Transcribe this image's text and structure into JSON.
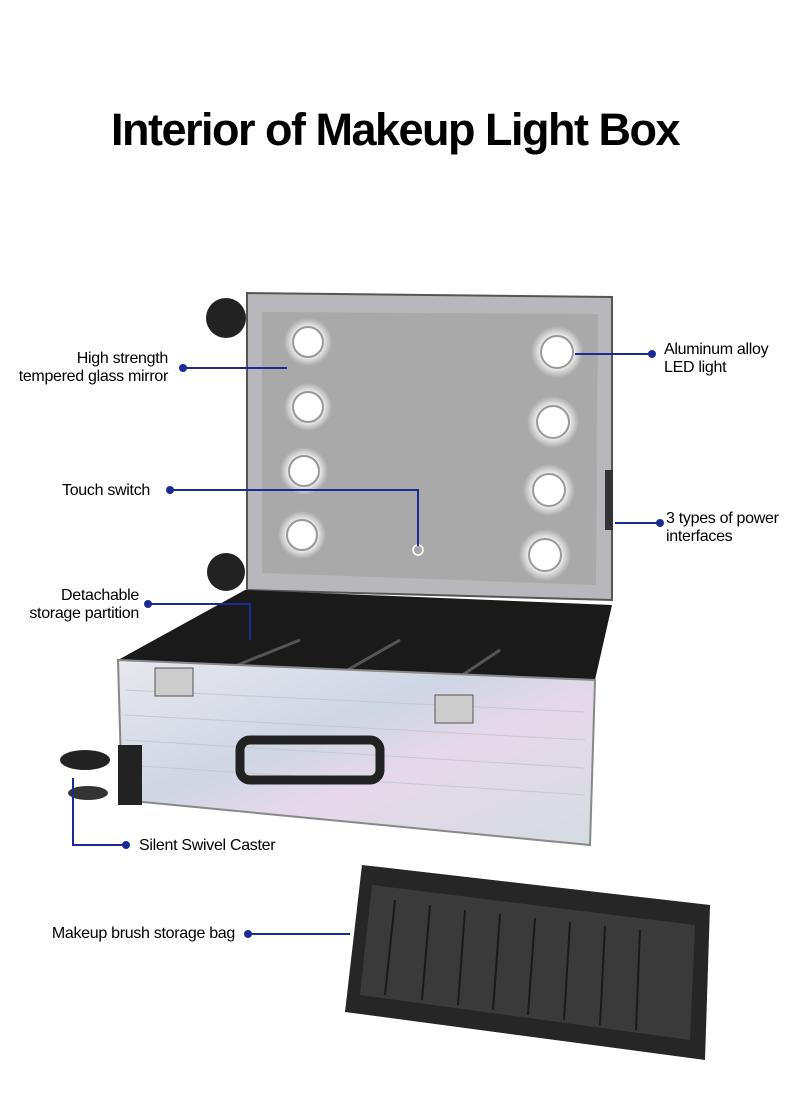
{
  "title": "Interior of Makeup Light Box",
  "labels": {
    "mirror": [
      "High strength",
      "tempered glass mirror"
    ],
    "led": [
      "Aluminum alloy",
      "LED light"
    ],
    "touch": "Touch switch",
    "power": [
      "3 types of power",
      "interfaces"
    ],
    "partition": [
      "Detachable",
      "storage partition"
    ],
    "caster": "Silent Swivel Caster",
    "bag": "Makeup brush storage bag"
  },
  "colors": {
    "callout": "#1c2a96",
    "mirror": "#a9a9a9",
    "case": "#d9d9de",
    "interior": "#1a1a1a"
  }
}
